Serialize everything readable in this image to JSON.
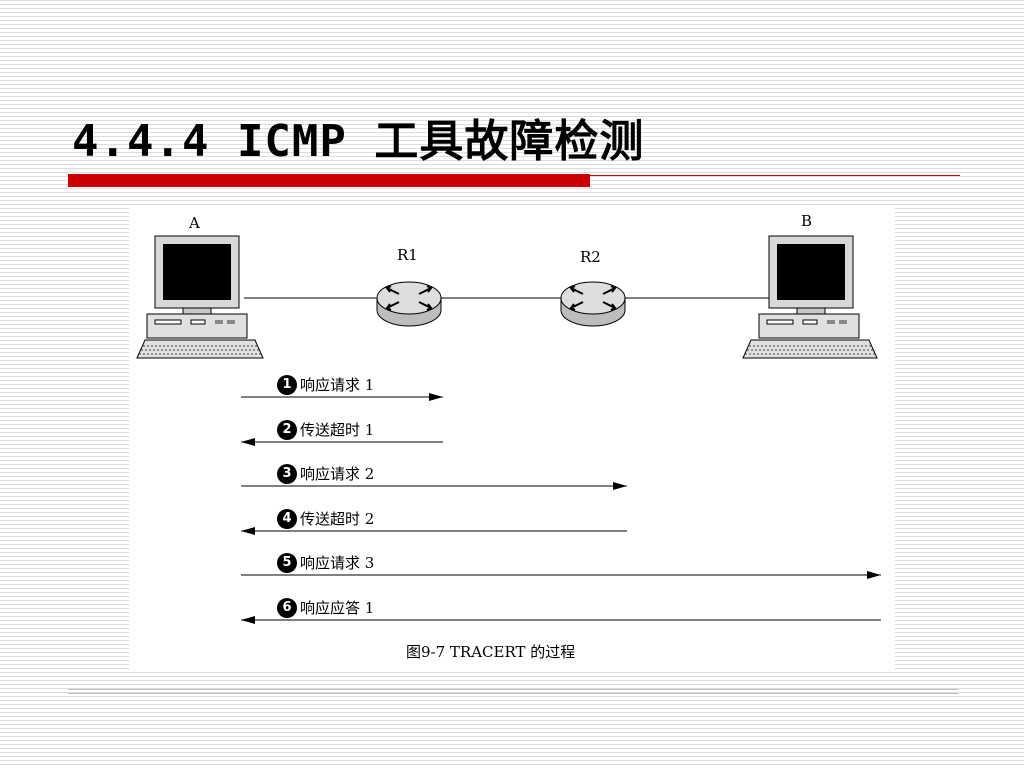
{
  "slide": {
    "title": "4.4.4 ICMP 工具故障检测"
  },
  "diagram": {
    "nodes": {
      "host_a": "A",
      "router_1": "R1",
      "router_2": "R2",
      "host_b": "B"
    },
    "steps": [
      {
        "num": "1",
        "label": "响应请求 1",
        "direction": "right",
        "reach": "R1"
      },
      {
        "num": "2",
        "label": "传送超时 1",
        "direction": "left",
        "reach": "R1"
      },
      {
        "num": "3",
        "label": "响应请求 2",
        "direction": "right",
        "reach": "R2"
      },
      {
        "num": "4",
        "label": "传送超时 2",
        "direction": "left",
        "reach": "R2"
      },
      {
        "num": "5",
        "label": "响应请求 3",
        "direction": "right",
        "reach": "B"
      },
      {
        "num": "6",
        "label": "响应应答 1",
        "direction": "left",
        "reach": "B"
      }
    ],
    "caption": "图9-7  TRACERT 的过程"
  }
}
